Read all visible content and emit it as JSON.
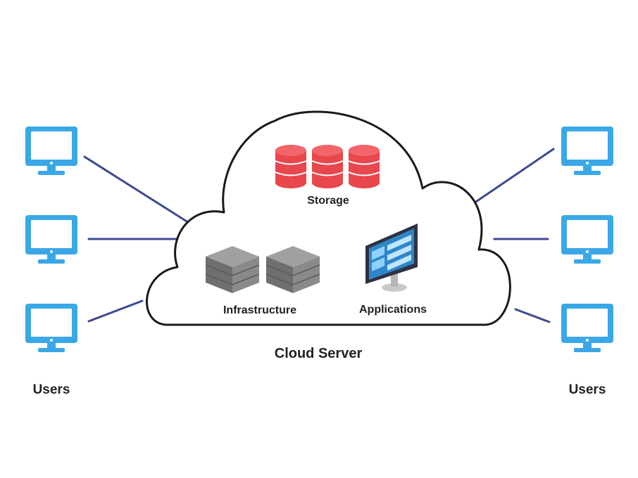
{
  "cloud": {
    "title": "Cloud Server",
    "storage_label": "Storage",
    "infrastructure_label": "Infrastructure",
    "applications_label": "Applications"
  },
  "users": {
    "left_label": "Users",
    "right_label": "Users",
    "left_count": 3,
    "right_count": 3
  },
  "icons": {
    "monitor": "monitor-icon",
    "database": "database-icon",
    "server": "server-icon",
    "application": "app-screen-icon"
  },
  "colors": {
    "monitor": "#3aa8e6",
    "connector": "#3d4a8f",
    "storage": "#e8474d",
    "server": "#8a8a8a",
    "cloud_outline": "#1a1a1a",
    "text": "#222222"
  }
}
